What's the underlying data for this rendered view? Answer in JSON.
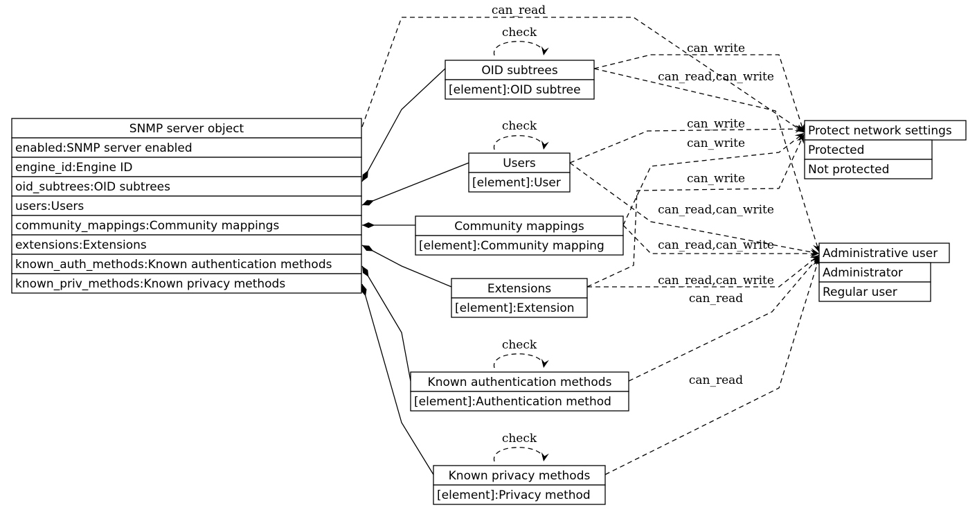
{
  "classes": {
    "snmp": {
      "title": "SNMP server object",
      "rows": [
        "enabled:SNMP server enabled",
        "engine_id:Engine ID",
        "oid_subtrees:OID subtrees",
        "users:Users",
        "community_mappings:Community mappings",
        "extensions:Extensions",
        "known_auth_methods:Known authentication methods",
        "known_priv_methods:Known privacy methods"
      ]
    },
    "oid": {
      "title": "OID subtrees",
      "rows": [
        "[element]:OID subtree"
      ]
    },
    "users": {
      "title": "Users",
      "rows": [
        "[element]:User"
      ]
    },
    "community": {
      "title": "Community mappings",
      "rows": [
        "[element]:Community mapping"
      ]
    },
    "extensions": {
      "title": "Extensions",
      "rows": [
        "[element]:Extension"
      ]
    },
    "auth": {
      "title": "Known authentication methods",
      "rows": [
        "[element]:Authentication method"
      ]
    },
    "priv": {
      "title": "Known privacy methods",
      "rows": [
        "[element]:Privacy method"
      ]
    },
    "protect": {
      "title": "Protect network settings",
      "rows": [
        "Protected",
        "Not protected"
      ]
    },
    "admin": {
      "title": "Administrative user",
      "rows": [
        "Administrator",
        "Regular user"
      ]
    }
  },
  "edge_labels": {
    "check": "check",
    "can_read": "can_read",
    "can_write": "can_write",
    "can_read_write": "can_read,can_write"
  }
}
